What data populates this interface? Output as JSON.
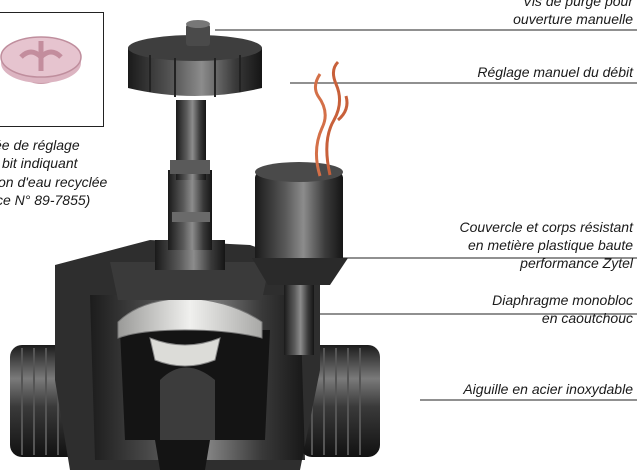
{
  "labels": {
    "purge_line1": "Vis de purge pour",
    "purge_line2": "ouverture manuelle",
    "flow_manual": "Réglage manuel du débit",
    "cover_line1": "Couvercle et corps résistant",
    "cover_line2": "en metière plastique baute",
    "cover_line3": "performance Zytel",
    "diaphragm_line1": "Diaphragme monobloc",
    "diaphragm_line2": "en caoutchouc",
    "needle": "Aiguille en acier inoxydable",
    "inset_line1": "ée de réglage",
    "inset_line2": "bit indiquant",
    "inset_line3": "on d'eau recyclée",
    "inset_line4": "ce N° 89-7855)"
  },
  "colors": {
    "body_dark": "#2b2b2b",
    "body_mid": "#4a4a4a",
    "highlight": "#8a8a8a",
    "diaphragm": "#d9d9d6",
    "wire": "#c8603a",
    "inset_cap": "#d8aebb"
  }
}
